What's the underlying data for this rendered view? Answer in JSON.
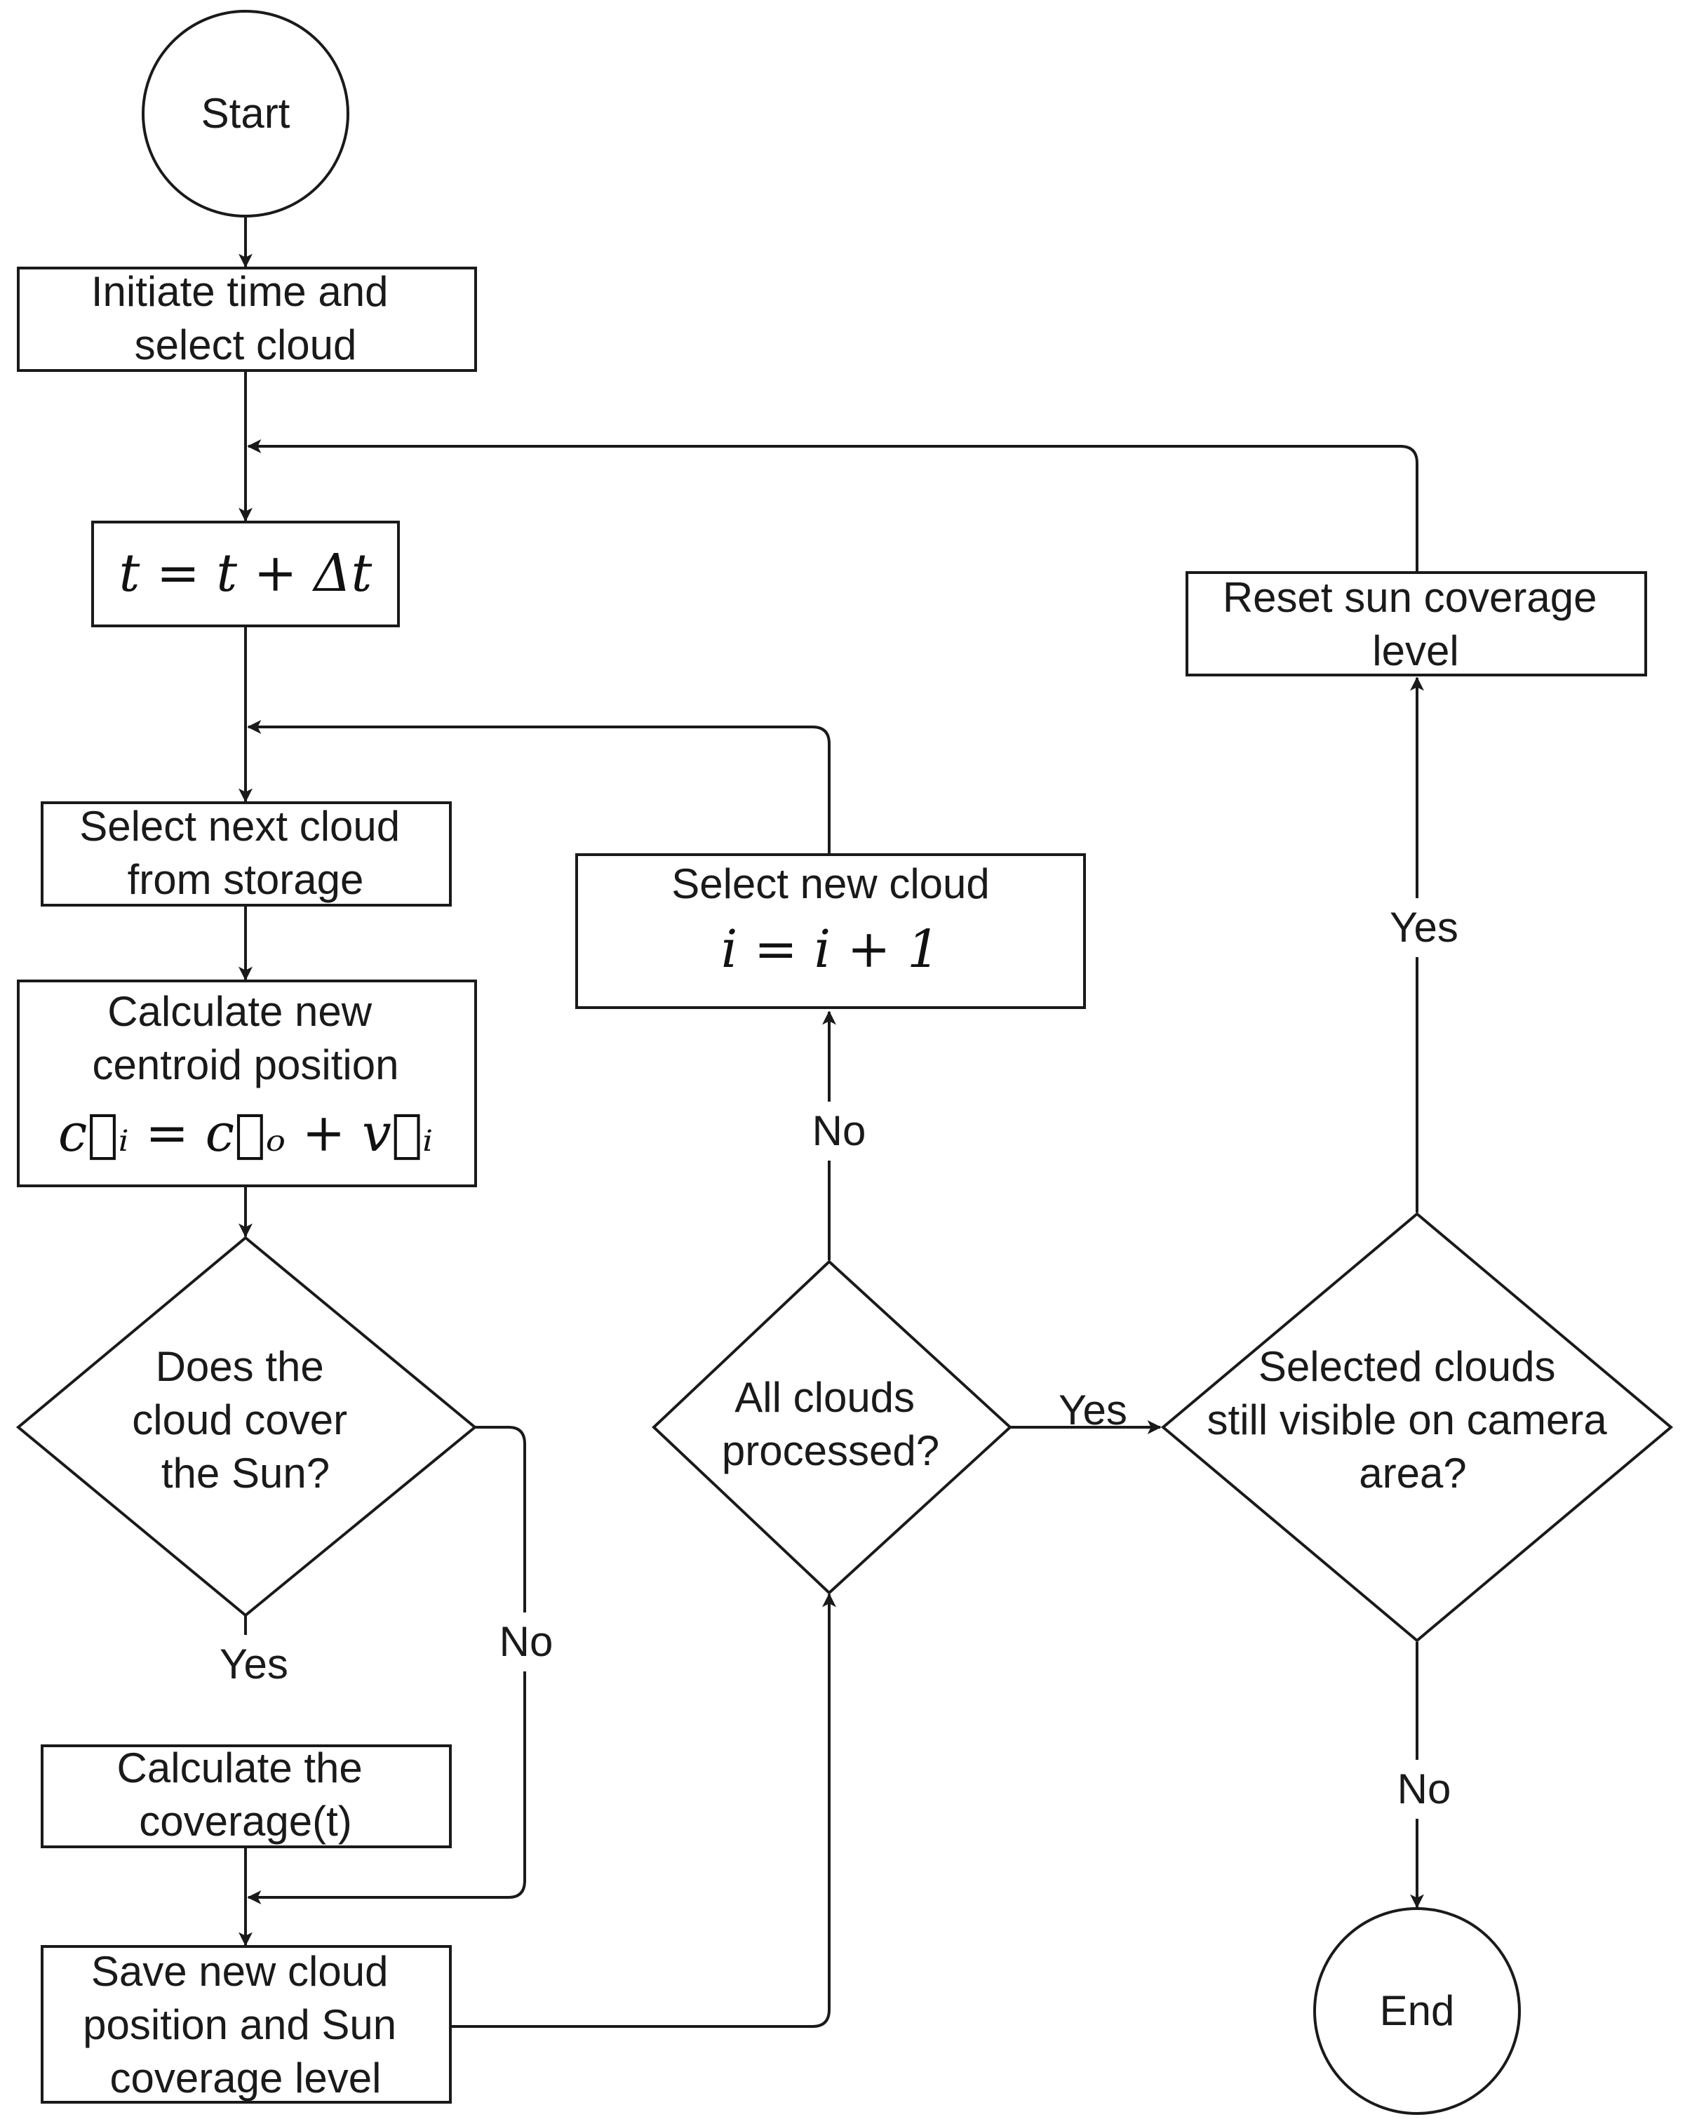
{
  "nodes": {
    "start": "Start",
    "init": [
      "Initiate time and",
      "select cloud"
    ],
    "time_step": "t = t + Δt",
    "select_next": [
      "Select next cloud",
      "from storage"
    ],
    "calc_centroid": [
      "Calculate new",
      "centroid position"
    ],
    "centroid_eq": "c⃗ᵢ = c⃗ₒ + v⃗ᵢ",
    "decision_cover": [
      "Does the",
      "cloud cover",
      "the Sun?"
    ],
    "calc_coverage": [
      "Calculate the",
      "coverage(t)"
    ],
    "save": [
      "Save new cloud",
      "position and Sun",
      "coverage level"
    ],
    "decision_all": [
      "All clouds",
      "processed?"
    ],
    "select_new": "Select new cloud",
    "select_new_eq": "i = i + 1",
    "decision_visible": [
      "Selected clouds",
      "still visible on camera",
      "area?"
    ],
    "reset": [
      "Reset sun coverage",
      "level"
    ],
    "end": "End"
  },
  "edge_labels": {
    "cover_yes": "Yes",
    "cover_no": "No",
    "all_no": "No",
    "all_yes": "Yes",
    "visible_yes": "Yes",
    "visible_no": "No"
  }
}
